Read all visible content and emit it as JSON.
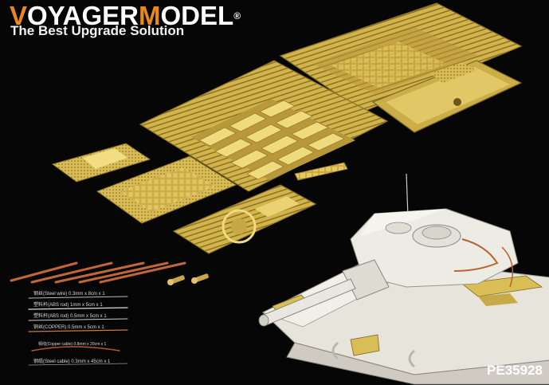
{
  "brand": {
    "name_orange_1": "V",
    "name_white_1": "OYAGER",
    "name_orange_2": "M",
    "name_white_2": "ODEL",
    "registered": "®",
    "tagline": "The Best Upgrade Solution"
  },
  "legend": [
    {
      "text": "钢丝(Steel wire) 0.3mm x 8cm x 1"
    },
    {
      "text": "塑料杆(ABS rod) 1mm x 5cm x 1"
    },
    {
      "text": "塑料杆(ABS rod) 0.5mm x 5cm x 1"
    },
    {
      "text": "铜丝(COPPER) 0.5mm x 5cm x 1"
    },
    {
      "text": "铜线(Copper cable) 0.8mm x 20cm x 1"
    },
    {
      "text": "钢缆(Steel cable) 0.3mm x 45cm x 1"
    }
  ],
  "product_code": "PE35928",
  "colors": {
    "brass": "#d8bd52",
    "brass_dark": "#8a7327",
    "accent": "#e8891a",
    "background": "#060606",
    "resin": "#e8e6df"
  }
}
